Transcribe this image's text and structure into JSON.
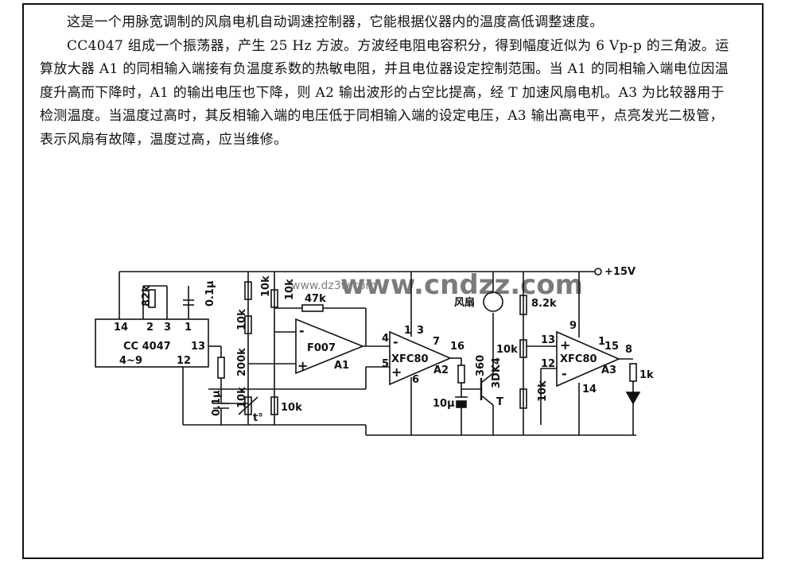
{
  "description": {
    "para1": "这是一个用脉宽调制的风扇电机自动调速控制器，它能根据仪器内的温度高低调整速度。",
    "para2": "CC4047 组成一个振荡器，产生 25 Hz 方波。方波经电阻电容积分，得到幅度近似为 6 Vp-p 的三角波。运算放大器 A1 的同相输入端接有负温度系数的热敏电阻，并且电位器设定控制范围。当 A1 的同相输入端电位因温度升高而下降时，A1 的输出电压也下降，则 A2 输出波形的占空比提高，经 T 加速风扇电机。A3 为比较器用于检测温度。当温度过高时，其反相输入端的电压低于同相输入端的设定电压，A3 输出高电平，点亮发光二极管，表示风扇有故障，温度过高，应当维修。"
  },
  "watermarks": {
    "small": "www.dz3w.com",
    "large": "www.cndzz.com"
  },
  "circuit": {
    "supply": "+15V",
    "ic_cc4047": {
      "name": "CC 4047",
      "pins_top": [
        "14",
        "2",
        "3",
        "1"
      ],
      "pin_13": "13",
      "pin_bottom_left": "4~9",
      "pin_12": "12"
    },
    "r_82k": "82k",
    "c_01u_top": "0.1μ",
    "c_01u_bottom": "0.1μ",
    "r_200k": "200k",
    "r_10k_a": "10k",
    "r_10k_b": "10k",
    "r_10k_c": "10k",
    "r_10k_d": "10k",
    "r_10k_e": "10k",
    "r_10k_pot_right": "10k",
    "r_10k_bottom_right": "10k",
    "r_47k": "47k",
    "thermistor": "t°",
    "a1": {
      "name": "F007",
      "ref": "A1"
    },
    "a2": {
      "name": "XFC80",
      "ref": "A2",
      "pins": [
        "4",
        "1",
        "3",
        "7",
        "16",
        "5",
        "6"
      ]
    },
    "a3": {
      "name": "XFC80",
      "ref": "A3",
      "pins": [
        "9",
        "13",
        "1",
        "15",
        "8",
        "12",
        "14"
      ]
    },
    "fan": "风扇",
    "r_360": "360",
    "c_10u": "10μ",
    "transistor": "3DK4",
    "transistor_ref": "T",
    "r_82k_right": "8.2k",
    "r_1k": "1k",
    "plus": "+",
    "minus": "-"
  }
}
